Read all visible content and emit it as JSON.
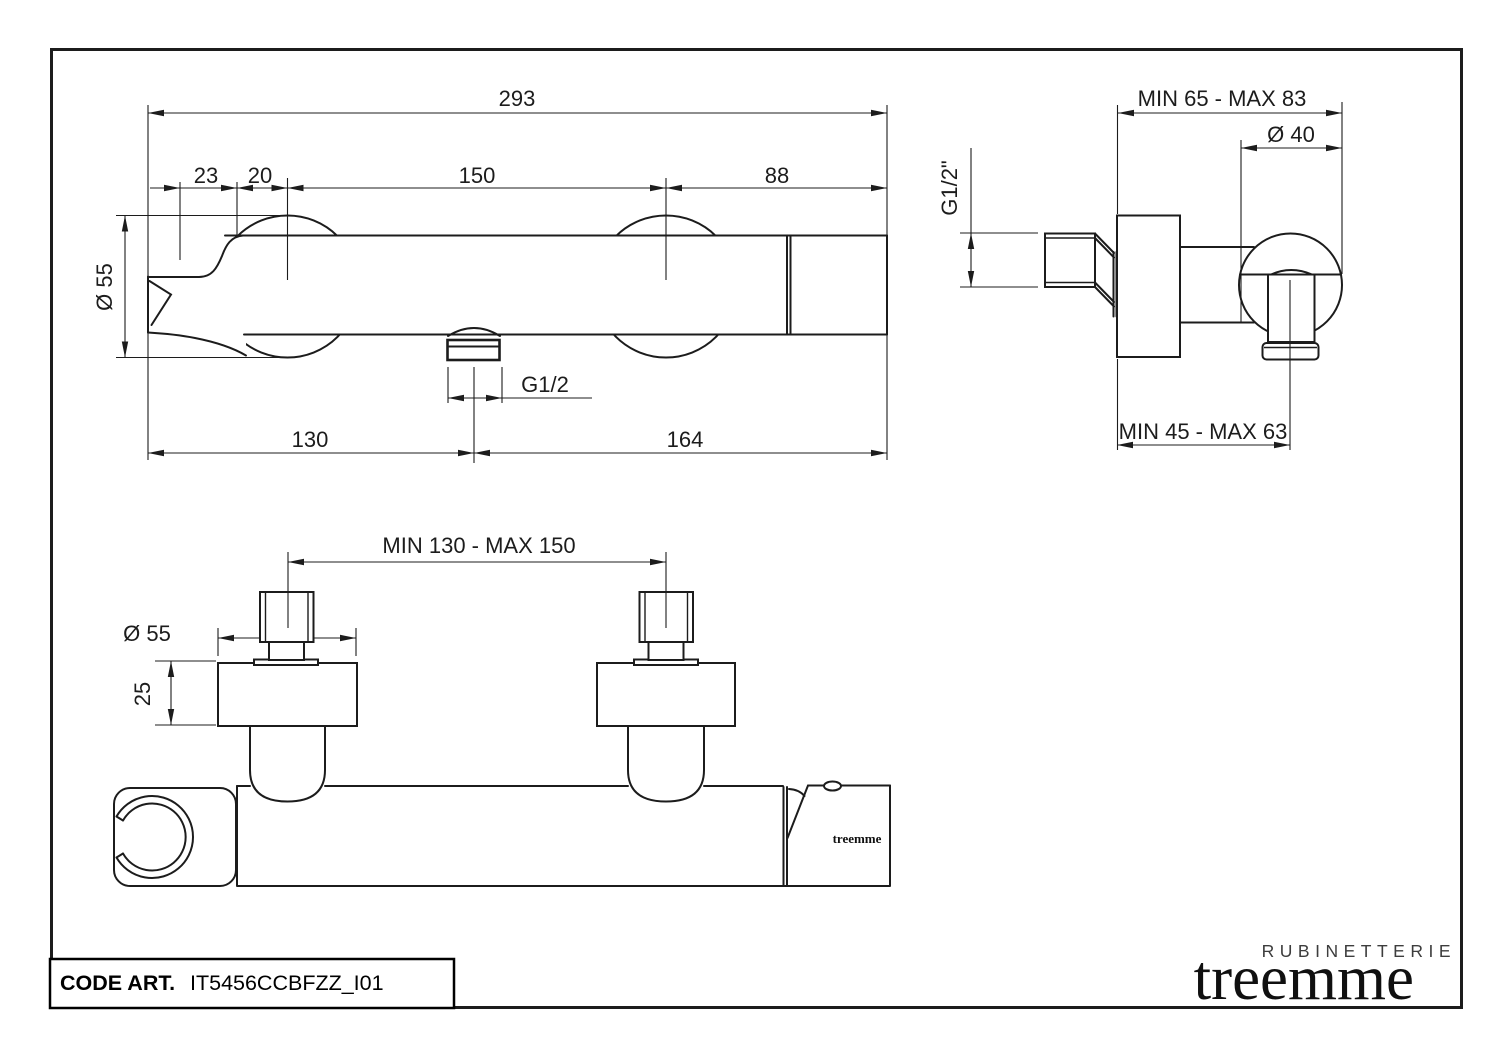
{
  "colors": {
    "line": "#1c1c1c",
    "background": "#ffffff",
    "brand": "#101010",
    "tagline": "#3d3d3d"
  },
  "front_view": {
    "total_width": "293",
    "offset_left": "23",
    "offset_knob": "20",
    "knob_spacing": "150",
    "offset_right": "88",
    "bar_diameter": "Ø 55",
    "outlet_thread": "G1/2",
    "dist_left_to_outlet": "130",
    "dist_outlet_to_right": "164"
  },
  "side_view": {
    "depth_range": "MIN 65 - MAX 83",
    "outlet_diameter": "Ø 40",
    "inlet_thread": "G1/2\"",
    "outlet_depth_range": "MIN 45 - MAX 63"
  },
  "top_view": {
    "inlet_spacing_range": "MIN 130 - MAX  150",
    "flange_diameter": "Ø 55",
    "flange_depth": "25",
    "handle_brand": "treemme"
  },
  "title_block": {
    "label": "CODE ART.",
    "value": "IT5456CCBFZZ_I01"
  },
  "brand": {
    "tagline": "RUBINETTERIE",
    "name": "treemme"
  }
}
